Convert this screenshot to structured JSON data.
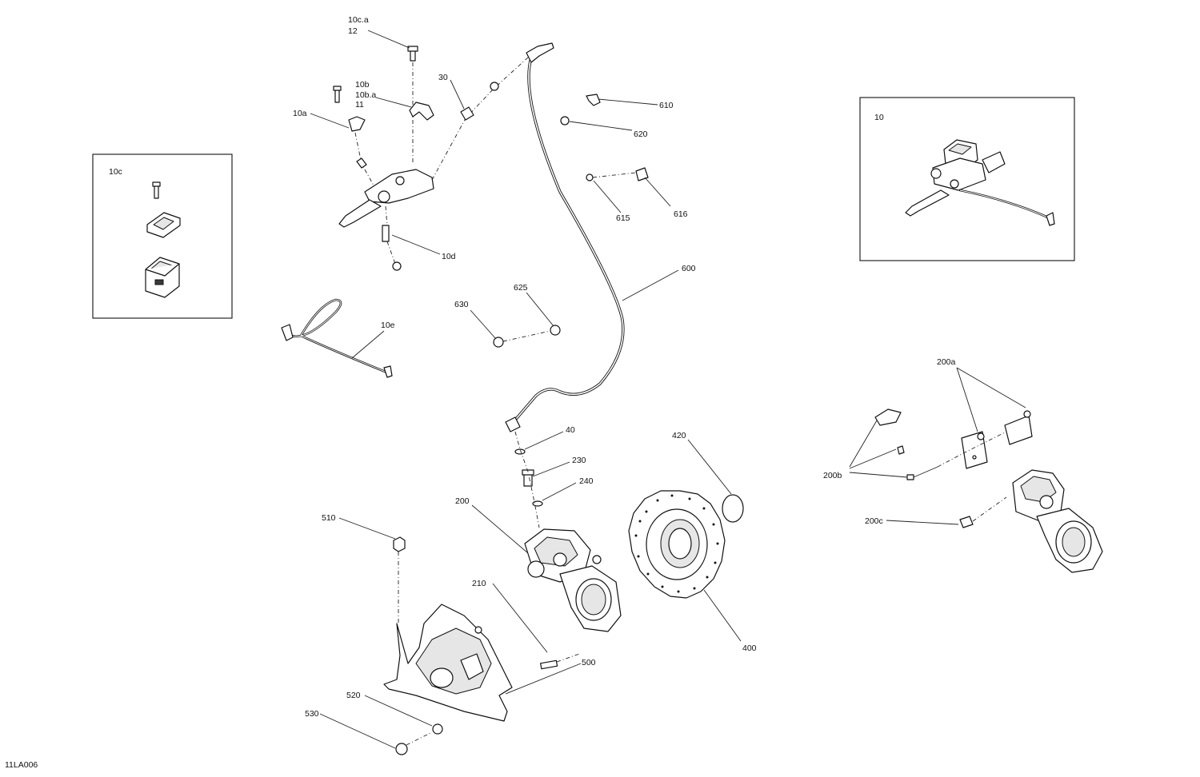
{
  "diagram_code": "11LA006",
  "callouts": {
    "c10ca": "10c.a",
    "c12": "12",
    "c30": "30",
    "c10b": "10b",
    "c10ba": "10b.a",
    "c11": "11",
    "c10a": "10a",
    "c10d": "10d",
    "c10e": "10e",
    "c10c": "10c",
    "c10": "10",
    "c610": "610",
    "c620": "620",
    "c615": "615",
    "c616": "616",
    "c600": "600",
    "c625": "625",
    "c630": "630",
    "c40": "40",
    "c230": "230",
    "c240": "240",
    "c200": "200",
    "c210": "210",
    "c420": "420",
    "c400": "400",
    "c510": "510",
    "c500": "500",
    "c520": "520",
    "c530": "530",
    "c200a": "200a",
    "c200b": "200b",
    "c200c": "200c"
  }
}
